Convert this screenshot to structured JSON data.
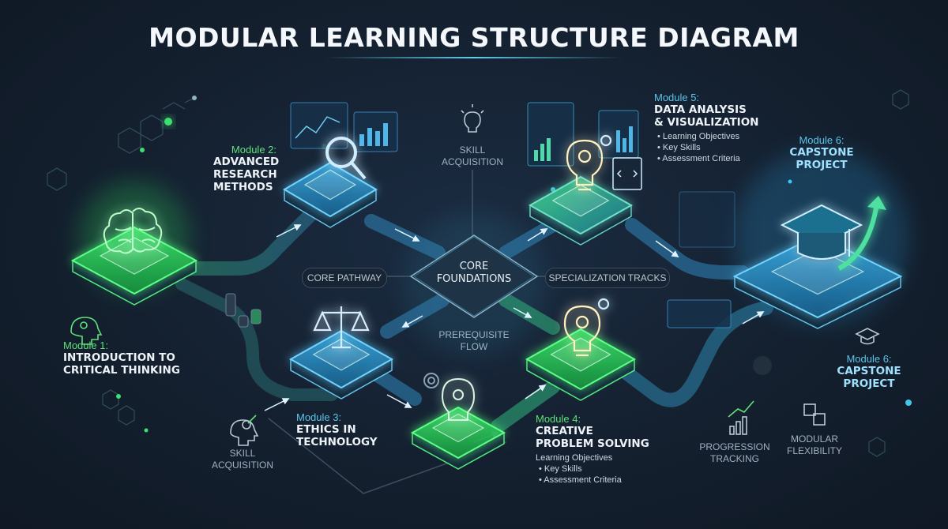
{
  "title": "MODULAR LEARNING STRUCTURE DIAGRAM",
  "colors": {
    "green": "#4ee86a",
    "blue": "#3fb4e8",
    "background": "#14202f"
  },
  "modules": {
    "m1": {
      "label": "Module 1:",
      "title_line1": "INTRODUCTION TO",
      "title_line2": "CRITICAL THINKING",
      "icon": "brain-icon"
    },
    "m2": {
      "label": "Module 2:",
      "title_line1": "ADVANCED",
      "title_line2": "RESEARCH",
      "title_line3": "METHODS",
      "icon": "magnifier-icon"
    },
    "m3": {
      "label": "Module 3:",
      "title_line1": "ETHICS IN",
      "title_line2": "TECHNOLOGY",
      "icon": "scales-icon"
    },
    "m4": {
      "label": "Module 4:",
      "title_line1": "CREATIVE",
      "title_line2": "PROBLEM SOLVING",
      "items": [
        "Learning Objectives",
        "• Key Skills",
        "• Assessment Criteria"
      ],
      "icon": "lightbulb-gear-icon"
    },
    "m5": {
      "label": "Module 5:",
      "title_line1": "DATA ANALYSIS",
      "title_line2": "& VISUALIZATION",
      "items": [
        "• Learning Objectives",
        "• Key Skills",
        "• Assessment Criteria"
      ],
      "icon": "lightbulb-gear-icon"
    },
    "m6_top": {
      "label": "Module 6:",
      "title_line1": "CAPSTONE",
      "title_line2": "PROJECT",
      "icon": "graduation-cap-icon"
    },
    "m6_side": {
      "label": "Module 6:",
      "title_line1": "CAPSTONE",
      "title_line2": "PROJECT"
    }
  },
  "core": {
    "line1": "CORE",
    "line2": "FOUNDATIONS"
  },
  "labels": {
    "core_pathway": "CORE PATHWAY",
    "specialization_tracks": "SPECIALIZATION TRACKS",
    "prerequisite_line1": "PREREQUISITE",
    "prerequisite_line2": "FLOW",
    "skill_top_line1": "SKILL",
    "skill_top_line2": "ACQUISITION",
    "skill_bottom_line1": "SKILL",
    "skill_bottom_line2": "ACQUISITION",
    "progression_line1": "PROGRESSION",
    "progression_line2": "TRACKING",
    "flexibility_line1": "MODULAR",
    "flexibility_line2": "FLEXIBILITY"
  }
}
